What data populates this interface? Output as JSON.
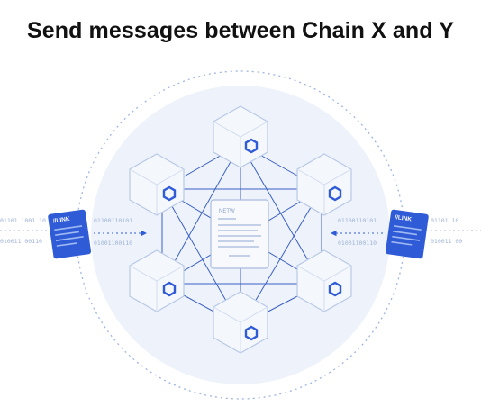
{
  "title": "Send messages between Chain X and Y",
  "left_message": {
    "label": "//LINK",
    "bits_top": "01100110101",
    "bits_bottom": "01001100110"
  },
  "right_message": {
    "label": "//LINK",
    "bits_top": "01100110101",
    "bits_bottom": "01001100110"
  },
  "center_doc": {
    "label": "NETW"
  },
  "colors": {
    "accent": "#2f5bd6",
    "light_bg": "#eef3fb",
    "line": "#3a5fc4",
    "hex_stroke": "#b9c9e6"
  }
}
